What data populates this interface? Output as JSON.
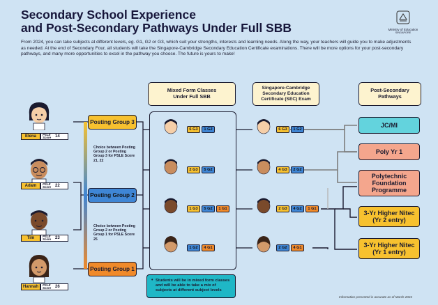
{
  "title_line1": "Secondary School Experience",
  "title_line2": "and Post-Secondary Pathways Under Full SBB",
  "intro": "From 2024, you can take subjects at different levels, eg. G1, G2 or G3, which suit your strengths, interests and learning needs. Along the way, your teachers will guide you to make adjustments as needed. At the end of Secondary Four, all students will take the Singapore-Cambridge Secondary Education Certificate examinations. There will be more options for your post-secondary pathways, and many more opportunities to excel in the pathway you choose. The future is yours to make!",
  "logo": {
    "line1": "Ministry of Education",
    "line2": "SINGAPORE"
  },
  "headers": {
    "mixed": "Mixed Form Classes Under Full SBB",
    "exam": "Singapore-Cambridge Secondary Education Certificate (SEC) Exam",
    "post": "Post-Secondary Pathways"
  },
  "students": [
    {
      "name": "Elena",
      "psle_label": "PSLE Score",
      "score": "14"
    },
    {
      "name": "Adam",
      "psle_label": "PSLE Score",
      "score": "22"
    },
    {
      "name": "Tim",
      "psle_label": "PSLE Score",
      "score": "23"
    },
    {
      "name": "Hannah",
      "psle_label": "PSLE Score",
      "score": "26"
    }
  ],
  "posting_groups": {
    "pg3": "Posting Group 3",
    "pg2": "Posting Group 2",
    "pg1": "Posting Group 1"
  },
  "choices": {
    "upper": "Choice between Posting Group 2 or Posting Group 3 for PSLE Score 21, 22",
    "lower": "Choice between Posting Group 2 or Posting Group 1 for PSLE Score 25"
  },
  "class_chips": [
    [
      "6 G3",
      "1 G2"
    ],
    [
      "2 G3",
      "5 G2"
    ],
    [
      "1 G3",
      "5 G2",
      "1 G1"
    ],
    [
      "1 G2",
      "4 G1"
    ]
  ],
  "exam_chips": [
    [
      "6 G3",
      "1 G2"
    ],
    [
      "4 G3",
      "2 G2"
    ],
    [
      "2 G3",
      "4 G2",
      "1 G1"
    ],
    [
      "2 G2",
      "4 G1"
    ]
  ],
  "note": "Students will be in mixed form classes and will be able to take a mix of subjects at different subject levels",
  "destinations": {
    "jc": "JC/MI",
    "poly": "Poly Yr 1",
    "pfp": "Polytechnic Foundation Programme",
    "hn2": "3-Yr Higher Nitec (Yr 2 entry)",
    "hn1": "3-Yr Higher Nitec (Yr 1 entry)"
  },
  "footer": "Information presented is accurate as of March 2024",
  "colors": {
    "background": "#cfe3f3",
    "g3": "#f7c12f",
    "g2": "#3f86d5",
    "g1": "#f08a2a",
    "jc": "#63d3dd",
    "poly": "#f4a68d",
    "nitec": "#f7c12f",
    "header_box": "#fdf3cf"
  }
}
